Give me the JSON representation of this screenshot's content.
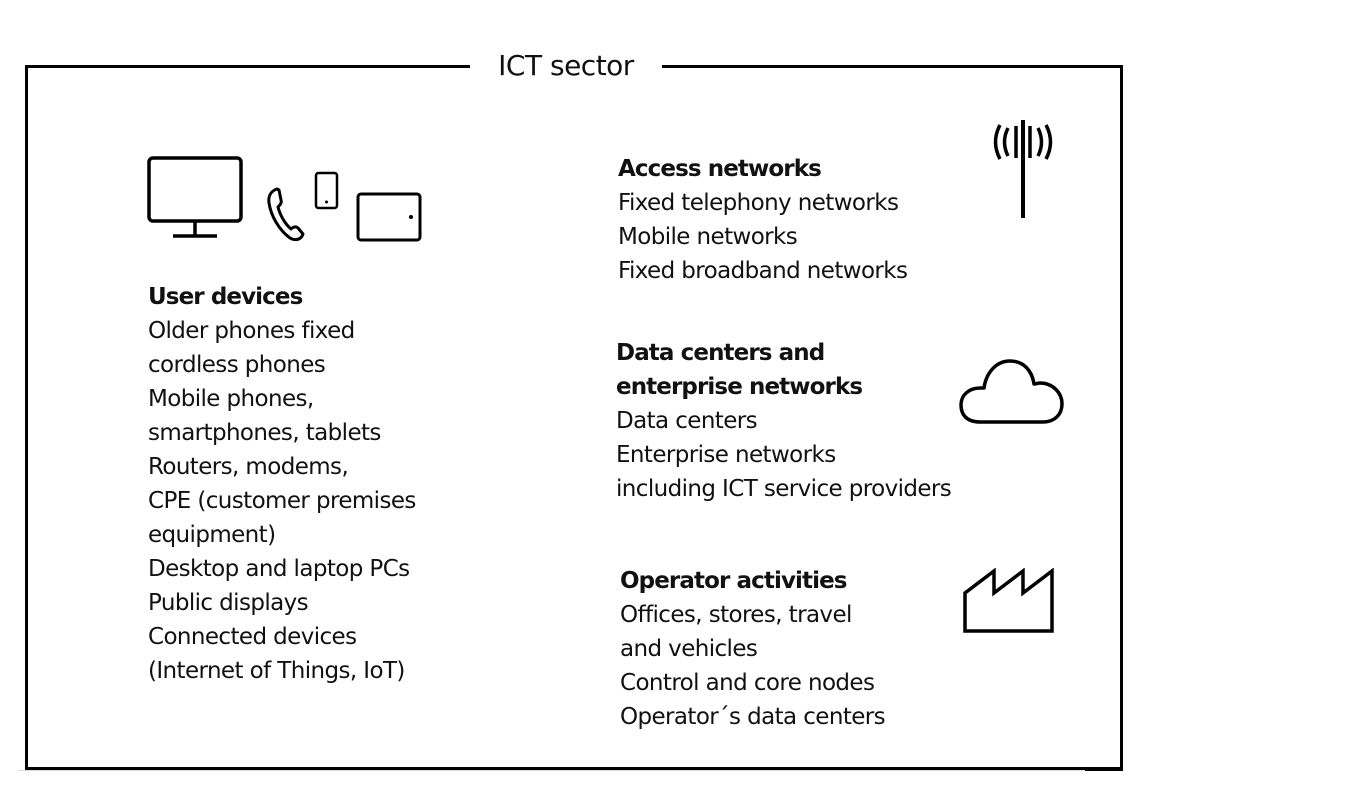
{
  "diagram": {
    "title": "ICT sector",
    "sections": {
      "user_devices": {
        "heading": "User devices",
        "icons": [
          "desktop-monitor-icon",
          "phone-handset-icon",
          "smartphone-icon",
          "tablet-icon"
        ],
        "lines": [
          "Older phones fixed",
          "cordless phones",
          "Mobile phones,",
          "smartphones, tablets",
          "Routers, modems,",
          "CPE (customer premises",
          "equipment)",
          "Desktop and laptop PCs",
          "Public displays",
          "Connected devices",
          "(Internet of Things, IoT)"
        ]
      },
      "access_networks": {
        "heading": "Access networks",
        "icon": "antenna-tower-icon",
        "lines": [
          "Fixed telephony networks",
          "Mobile networks",
          "Fixed broadband networks"
        ]
      },
      "data_centers": {
        "heading_lines": [
          "Data centers and",
          "enterprise networks"
        ],
        "icon": "cloud-icon",
        "lines": [
          "Data centers",
          "Enterprise networks",
          "including ICT service providers"
        ]
      },
      "operator_activities": {
        "heading": "Operator activities",
        "icon": "factory-icon",
        "lines": [
          "Offices, stores, travel",
          "and vehicles",
          "Control and core nodes",
          "Operator´s data centers"
        ]
      }
    },
    "colors": {
      "stroke": "#000000",
      "text": "#111111",
      "background": "#ffffff"
    }
  }
}
